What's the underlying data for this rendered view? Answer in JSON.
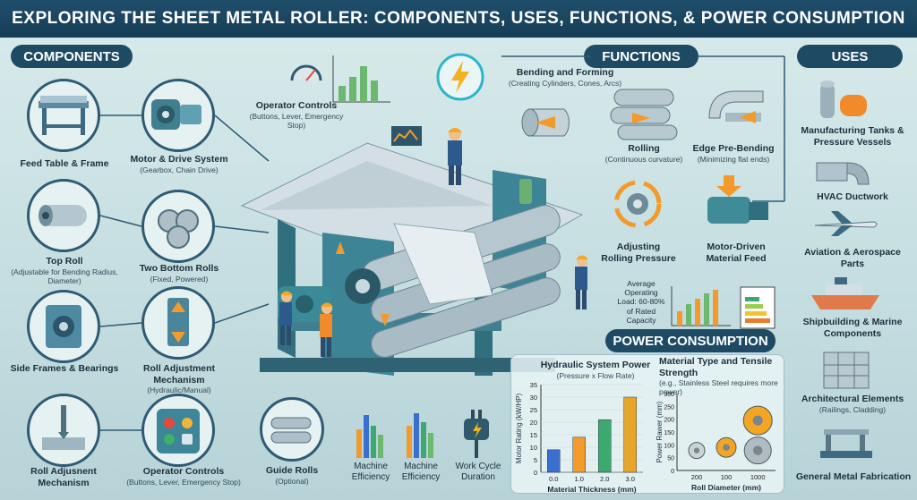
{
  "title": "EXPLORING THE SHEET METAL ROLLER: COMPONENTS, USES, FUNCTIONS, & POWER CONSUMPTION",
  "sections": {
    "components": "COMPONENTS",
    "functions": "FUNCTIONS",
    "uses": "USES",
    "power": "POWER CONSUMPTION"
  },
  "components": [
    {
      "title": "Feed Table & Frame",
      "sub": ""
    },
    {
      "title": "Top Roll",
      "sub": "(Adjustable for Bending Radius, Diameter)"
    },
    {
      "title": "Side Frames & Bearings",
      "sub": ""
    },
    {
      "title": "Roll Adjusnent Mechanism",
      "sub": ""
    },
    {
      "title": "Motor & Drive System",
      "sub": "(Gearbox, Chain Drive)"
    },
    {
      "title": "Two Bottom Rolls",
      "sub": "(Fixed, Powered)"
    },
    {
      "title": "Roll Adjustment Mechanism",
      "sub": "(Hydraulic/Manual)"
    },
    {
      "title": "Operator Controls",
      "sub": "(Buttons, Lever, Emergency Stop)"
    },
    {
      "title": "Guide Rolls",
      "sub": "(Optional)"
    }
  ],
  "operator_controls_top": {
    "title": "Operator Controls",
    "sub": "(Buttons, Lever, Emergency Stop)"
  },
  "functions": [
    {
      "title": "Bending and Forming",
      "sub": "(Creating Cylinders, Cones, Arcs)"
    },
    {
      "title": "Rolling",
      "sub": "(Continuous curvature)"
    },
    {
      "title": "Edge Pre-Bending",
      "sub": "(Minimizing flat ends)"
    },
    {
      "title": "Adjusting Rolling Pressure",
      "sub": ""
    },
    {
      "title": "Motor-Driven Material Feed",
      "sub": ""
    }
  ],
  "uses": [
    "Manufacturing Tanks & Pressure Vessels",
    "HVAC Ductwork",
    "Aviation & Aerospace Parts",
    "Shipbuilding & Marine Components",
    "Architectural Elements",
    "General Metal Fabrication"
  ],
  "uses_sub": {
    "architectural": "(Railings, Cladding)"
  },
  "load_note": "Average Operating Load: 60-80% of Rated Capacity",
  "bottom_labels": {
    "machine_efficiency_1": "Machine Efficiency",
    "machine_efficiency_2": "Machine Efficiency",
    "work_cycle": "Work Cycle Duration"
  },
  "chart_data": [
    {
      "type": "bar",
      "title": "Hydraulic System Power",
      "subtitle": "(Pressure x Flow Rate)",
      "xlabel": "Material Thickness (mm)",
      "ylabel": "Motor Rating (kW/HP)",
      "categories": [
        "0.0",
        "1.0",
        "2.0",
        "3.0"
      ],
      "values": [
        9,
        14,
        21,
        30
      ],
      "ylim": [
        0,
        35
      ],
      "yticks": [
        "0",
        "5",
        "10",
        "15",
        "20",
        "25",
        "30",
        "35"
      ],
      "colors": [
        "#3a6fd0",
        "#f39a2c",
        "#3da86f",
        "#e7a52a"
      ]
    },
    {
      "type": "scatter",
      "title": "Material Type and Tensile Strength",
      "subtitle": "(e.g., Stainless Steel requires more power)",
      "xlabel": "Roll Diameter (mm)",
      "ylabel": "Power Rawer (mm)",
      "x_ticks": [
        "200",
        "100",
        "1000"
      ],
      "y_ticks": [
        "0",
        "50",
        "100",
        "150",
        "200",
        "250",
        "300"
      ]
    }
  ]
}
